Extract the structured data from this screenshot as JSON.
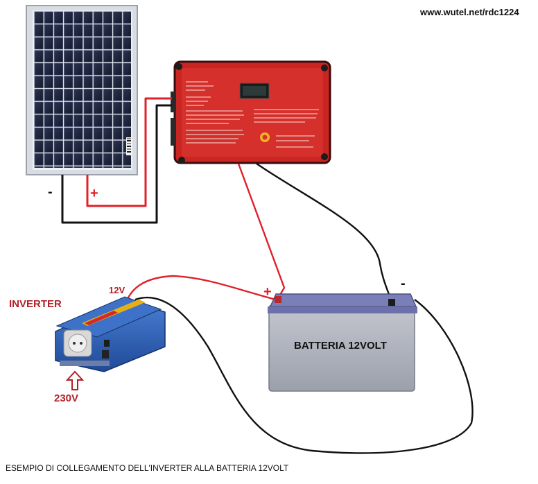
{
  "header": {
    "url": "www.wutel.net/rdc1224"
  },
  "inverter": {
    "title": "INVERTER",
    "input_label": "12V",
    "output_label": "230V"
  },
  "polarity": {
    "panel_negative": "-",
    "panel_positive": "+",
    "battery_positive": "+",
    "battery_negative": "-"
  },
  "battery": {
    "label": "BATTERIA 12VOLT"
  },
  "caption": "ESEMPIO DI COLLEGAMENTO DELL'INVERTER ALLA BATTERIA 12VOLT",
  "colors": {
    "wire_positive": "#e0202a",
    "wire_negative": "#111111",
    "controller_body": "#d32a26",
    "battery_body": "#a9adb8",
    "inverter_body": "#2f62b8",
    "label_red": "#b3202a"
  }
}
